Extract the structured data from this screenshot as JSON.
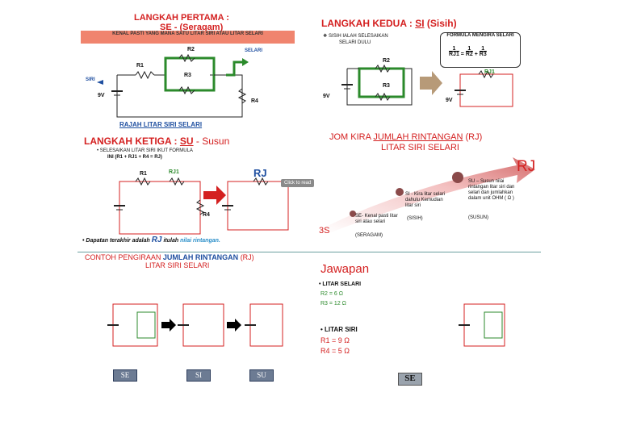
{
  "panel1": {
    "title": "LANGKAH PERTAMA :",
    "subtitle": "SE - (Seragam)",
    "banner": "KENAL PASTI YANG MANA SATU LITAR SIRI ATAU LITAR SELARI",
    "r1": "R1",
    "r2": "R2",
    "r3": "R3",
    "r4": "R4",
    "selari": "SELARI",
    "siri": "SIRI",
    "voltage": "9V",
    "caption": "RAJAH LITAR SIRI SELARI"
  },
  "panel2": {
    "title_a": "LANGKAH KEDUA : ",
    "title_b": "SI",
    "title_c": " (Sisih)",
    "bullet_a": "❖ SISIH IALAH SELESAIKAN",
    "bullet_b": "SELARI DULU",
    "formula_title": "FORMULA MENGIRA SELARI",
    "f_lhs": "RJ1",
    "f_r2": "R2",
    "f_r3": "R3",
    "r2": "R2",
    "r3": "R3",
    "rj1": "RJ1",
    "voltage": "9V"
  },
  "panel3": {
    "title_a": "LANGKAH KETIGA : ",
    "title_b": "SU",
    "title_c": " - Susun",
    "bullet_a": "• SELESAIKAN LITAR SIRI IKUT FORMULA",
    "bullet_b": "INI  (R1 + RJ1 + R4 = RJ)",
    "r1": "R1",
    "rj1": "RJ1",
    "r4": "R4",
    "rj": "RJ",
    "click": "Click to read",
    "note_a": "• Dapatan terakhir adalah ",
    "note_b": "RJ",
    "note_c": " itulah ",
    "note_d": "nilai rintangan."
  },
  "panel4": {
    "title_a": "JOM KIRA ",
    "title_b": "JUMLAH RINTANGAN",
    "title_c": " (RJ)",
    "title_d": "LITAR SIRI SELARI",
    "three_s": "3S",
    "rj": "RJ",
    "step1": "SE- Kenal pasti litar siri atau selari",
    "step1_tag": "(SERAGAM)",
    "step2": "SI - Kira litar selari dahulu Kemudian litar siri",
    "step2_tag": "(SISIH)",
    "step3": "SU – Susun nilai rintangan litar siri dan selari dan jumlahkan dalam unit OHM ( Ω )",
    "step3_tag": "(SUSUN)"
  },
  "panel5": {
    "title_a": "CONTOH PENGIRAAN ",
    "title_b": "JUMLAH RINTANGAN",
    "title_c": " (RJ)",
    "title_d": "LITAR SIRI SELARI",
    "buttons": [
      "SE",
      "SI",
      "SU"
    ]
  },
  "panel6": {
    "title": "Jawapan",
    "selari_label": "• LITAR SELARI",
    "r2": "R2 =  6  Ω",
    "r3": "R3 = 12  Ω",
    "siri_label": "• LITAR SIRI",
    "r1": "R1 = 9 Ω",
    "r4": "R4 = 5 Ω",
    "button": "SE"
  }
}
